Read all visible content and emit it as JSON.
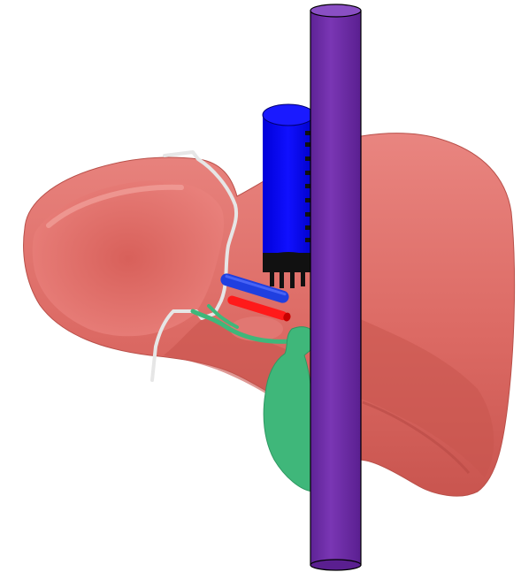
{
  "diagram": {
    "background": "#ffffff",
    "structures": [
      {
        "id": "liver",
        "color": "#df6b66"
      },
      {
        "id": "ligament",
        "color": "#e8e8e8"
      },
      {
        "id": "portal-vein",
        "color": "#1f3fe0"
      },
      {
        "id": "hepatic-artery",
        "color": "#ff1a1a"
      },
      {
        "id": "bile-duct",
        "color": "#3fb77a"
      },
      {
        "id": "gallbladder",
        "color": "#3fb77a"
      },
      {
        "id": "vena-cava",
        "color": "#0a00ff"
      },
      {
        "id": "staple-marks",
        "color": "#111111"
      },
      {
        "id": "purple-pole",
        "color": "#6f2da8"
      }
    ]
  }
}
